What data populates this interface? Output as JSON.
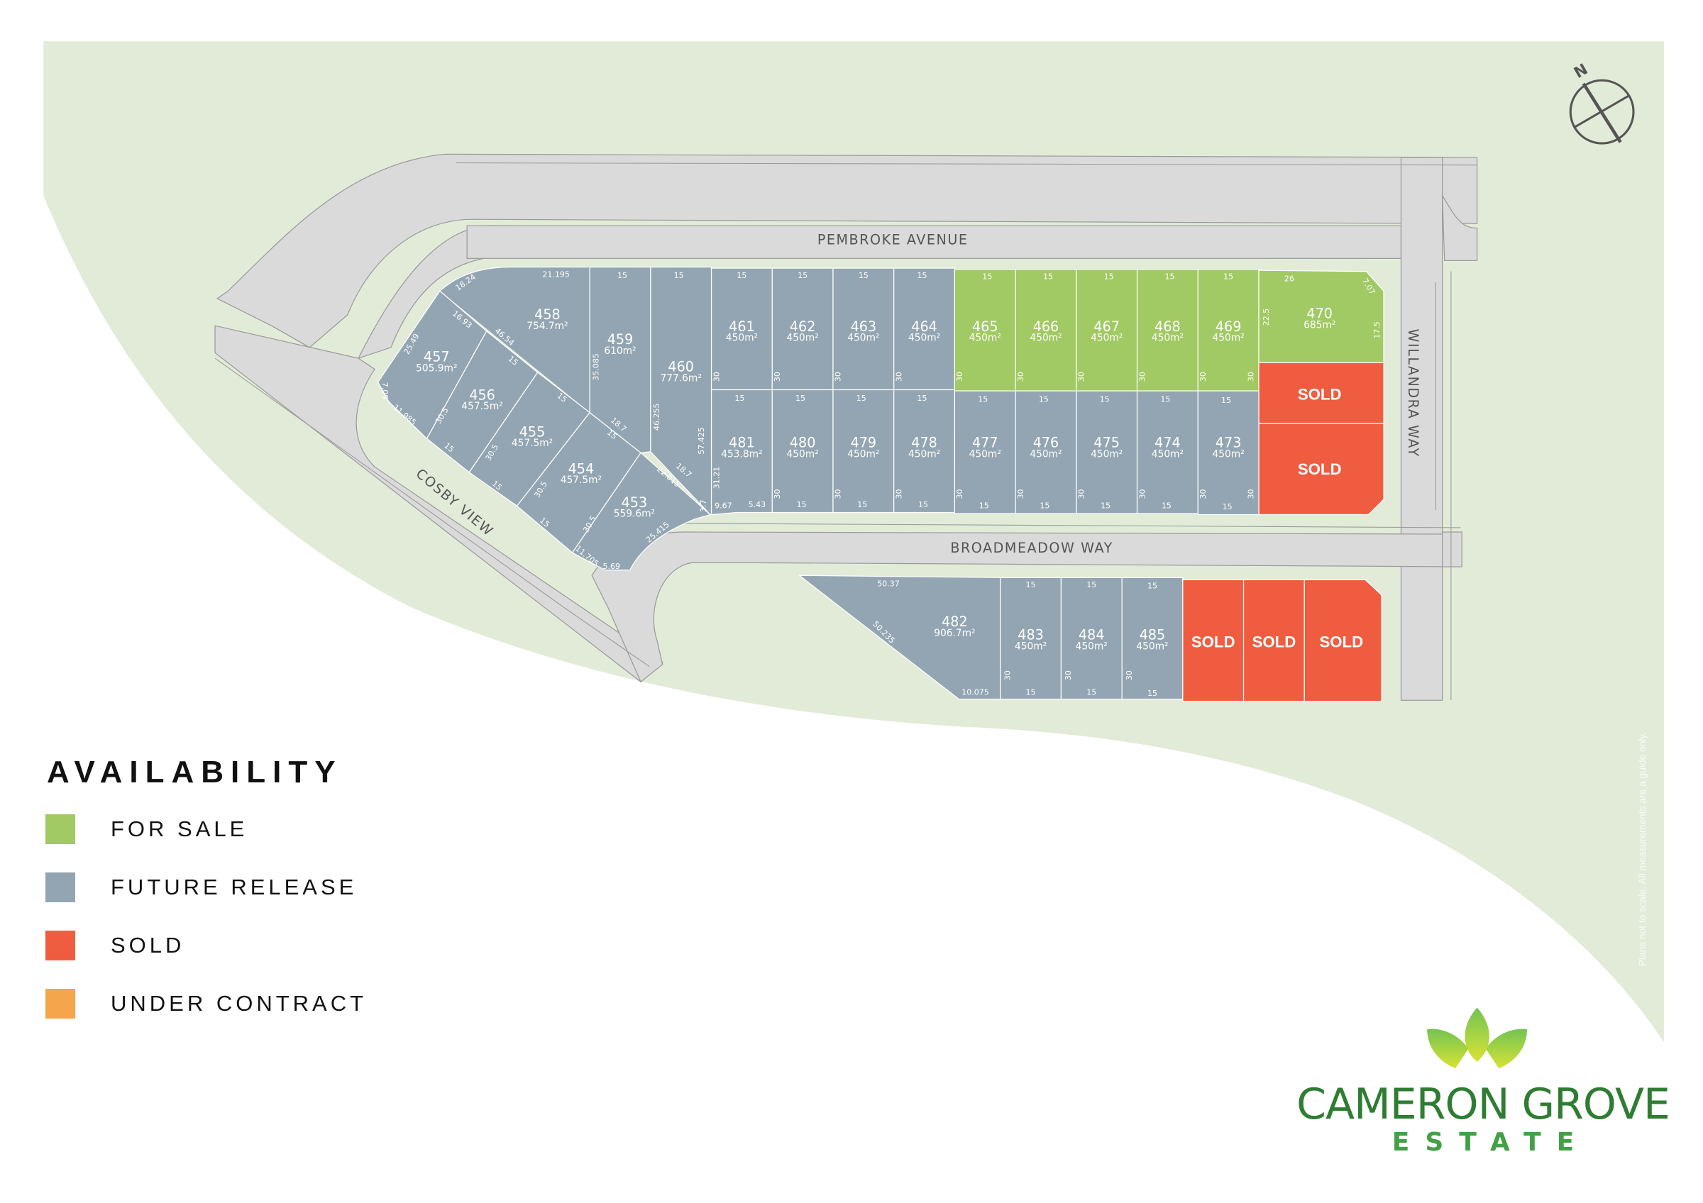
{
  "colors": {
    "background_green": "#e2ebd8",
    "road": "#dadada",
    "road_edge": "#9a9a9a",
    "for_sale": "#a1c964",
    "future_release": "#93a5b2",
    "sold": "#f05c40",
    "under_contract": "#f5a64b",
    "brand_dark_green": "#2e7d32",
    "brand_green": "#43a047"
  },
  "compass": {
    "label": "N"
  },
  "streets": {
    "pembroke": "PEMBROKE AVENUE",
    "broadmeadow": "BROADMEADOW WAY",
    "willandra": "WILLANDRA WAY",
    "cosby": "COSBY VIEW"
  },
  "lots": {
    "l453": {
      "number": "453",
      "area": "559.6m²",
      "status": "future_release"
    },
    "l454": {
      "number": "454",
      "area": "457.5m²",
      "status": "future_release"
    },
    "l455": {
      "number": "455",
      "area": "457.5m²",
      "status": "future_release"
    },
    "l456": {
      "number": "456",
      "area": "457.5m²",
      "status": "future_release"
    },
    "l457": {
      "number": "457",
      "area": "505.9m²",
      "status": "future_release"
    },
    "l458": {
      "number": "458",
      "area": "754.7m²",
      "status": "future_release"
    },
    "l459": {
      "number": "459",
      "area": "610m²",
      "status": "future_release"
    },
    "l460": {
      "number": "460",
      "area": "777.6m²",
      "status": "future_release"
    },
    "l461": {
      "number": "461",
      "area": "450m²",
      "status": "future_release"
    },
    "l462": {
      "number": "462",
      "area": "450m²",
      "status": "future_release"
    },
    "l463": {
      "number": "463",
      "area": "450m²",
      "status": "future_release"
    },
    "l464": {
      "number": "464",
      "area": "450m²",
      "status": "future_release"
    },
    "l465": {
      "number": "465",
      "area": "450m²",
      "status": "for_sale"
    },
    "l466": {
      "number": "466",
      "area": "450m²",
      "status": "for_sale"
    },
    "l467": {
      "number": "467",
      "area": "450m²",
      "status": "for_sale"
    },
    "l468": {
      "number": "468",
      "area": "450m²",
      "status": "for_sale"
    },
    "l469": {
      "number": "469",
      "area": "450m²",
      "status": "for_sale"
    },
    "l470": {
      "number": "470",
      "area": "685m²",
      "status": "for_sale"
    },
    "l471": {
      "label": "SOLD",
      "status": "sold"
    },
    "l472": {
      "label": "SOLD",
      "status": "sold"
    },
    "l473": {
      "number": "473",
      "area": "450m²",
      "status": "future_release"
    },
    "l474": {
      "number": "474",
      "area": "450m²",
      "status": "future_release"
    },
    "l475": {
      "number": "475",
      "area": "450m²",
      "status": "future_release"
    },
    "l476": {
      "number": "476",
      "area": "450m²",
      "status": "future_release"
    },
    "l477": {
      "number": "477",
      "area": "450m²",
      "status": "future_release"
    },
    "l478": {
      "number": "478",
      "area": "450m²",
      "status": "future_release"
    },
    "l479": {
      "number": "479",
      "area": "450m²",
      "status": "future_release"
    },
    "l480": {
      "number": "480",
      "area": "450m²",
      "status": "future_release"
    },
    "l481": {
      "number": "481",
      "area": "453.8m²",
      "status": "future_release"
    },
    "l482": {
      "number": "482",
      "area": "906.7m²",
      "status": "future_release"
    },
    "l483": {
      "number": "483",
      "area": "450m²",
      "status": "future_release"
    },
    "l484": {
      "number": "484",
      "area": "450m²",
      "status": "future_release"
    },
    "l485": {
      "number": "485",
      "area": "450m²",
      "status": "future_release"
    },
    "l486": {
      "label": "SOLD",
      "status": "sold"
    },
    "l487": {
      "label": "SOLD",
      "status": "sold"
    },
    "l488": {
      "label": "SOLD",
      "status": "sold"
    }
  },
  "dims": {
    "d15": "15",
    "d30": "30",
    "d21195": "21.195",
    "d1824": "18.24",
    "d1693": "16.93",
    "d4654": "46.54",
    "d2549": "25.49",
    "d709": "7.09",
    "d11985": "11.985",
    "d305": "30.5",
    "d35085": "35.085",
    "d46255": "46.255",
    "d57425": "57.425",
    "d187": "18.7",
    "d22015": "22.015",
    "d37": "3.7",
    "d25415": "25.415",
    "d11705": "11.705",
    "d569": "5.69",
    "d967": "9.67",
    "d543": "5.43",
    "d3121": "31.21",
    "d26": "26",
    "d707": "7.07",
    "d225": "22.5",
    "d175": "17.5",
    "d5037": "50.37",
    "d50235": "50.235",
    "d10075": "10.075"
  },
  "legend": {
    "title": "AVAILABILITY",
    "items": [
      {
        "label": "FOR SALE",
        "color": "#a1c964"
      },
      {
        "label": "FUTURE RELEASE",
        "color": "#93a5b2"
      },
      {
        "label": "SOLD",
        "color": "#f05c40"
      },
      {
        "label": "UNDER CONTRACT",
        "color": "#f5a64b"
      }
    ]
  },
  "disclaimer": "Plans not to scale. All measurements are a guide only.",
  "brand": {
    "name": "CAMERON GROVE",
    "subtitle": "ESTATE"
  }
}
